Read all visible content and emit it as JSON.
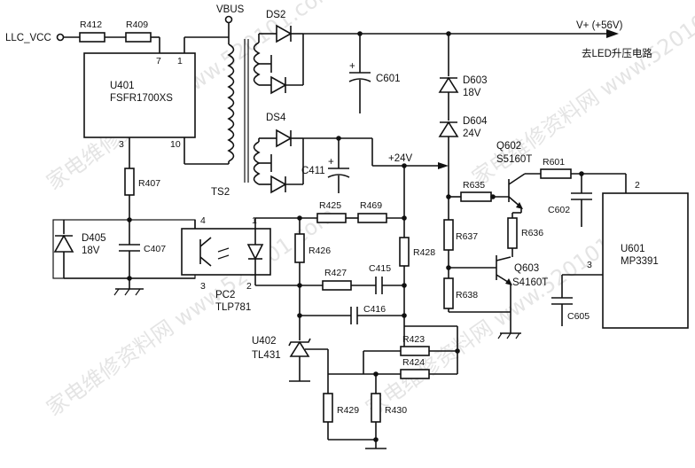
{
  "nets": {
    "llc_vcc": "LLC_VCC",
    "vbus": "VBUS",
    "vplus": "V+ (+56V)",
    "to_led": "去LED升压电路",
    "plus24": "+24V"
  },
  "ics": {
    "u401": {
      "ref": "U401",
      "part": "FSFR1700XS",
      "pins": [
        "7",
        "1",
        "3",
        "10"
      ]
    },
    "u601": {
      "ref": "U601",
      "part": "MP3391",
      "pins": [
        "2",
        "3"
      ]
    },
    "u402": {
      "ref": "U402",
      "part": "TL431"
    },
    "pc2": {
      "ref": "PC2",
      "part": "TLP781",
      "pins": [
        "4",
        "1",
        "3",
        "2"
      ]
    }
  },
  "transformer": {
    "ref": "TS2"
  },
  "diodes": {
    "ds2": "DS2",
    "ds4": "DS4",
    "d603": {
      "ref": "D603",
      "value": "18V"
    },
    "d604": {
      "ref": "D604",
      "value": "24V"
    },
    "d405": {
      "ref": "D405",
      "value": "18V"
    }
  },
  "transistors": {
    "q602": {
      "ref": "Q602",
      "part": "S5160T"
    },
    "q603": {
      "ref": "Q603",
      "part": "S4160T"
    }
  },
  "resistors": [
    "R412",
    "R409",
    "R407",
    "R425",
    "R469",
    "R426",
    "R428",
    "R427",
    "R423",
    "R424",
    "R429",
    "R430",
    "R635",
    "R637",
    "R638",
    "R636",
    "R601"
  ],
  "capacitors": [
    "C601",
    "C411",
    "C407",
    "C415",
    "C416",
    "C602",
    "C605"
  ],
  "watermark": "家电维修资料网 www.520101.com"
}
